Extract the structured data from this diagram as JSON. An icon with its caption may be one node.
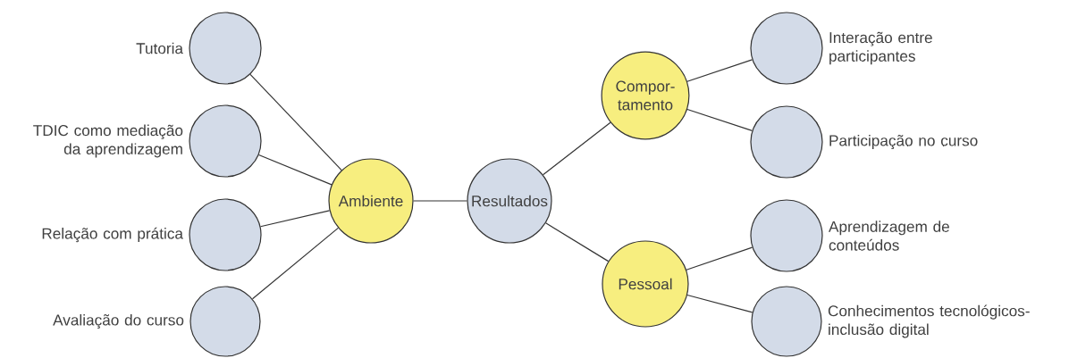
{
  "diagram": {
    "nodes": [
      {
        "text": [],
        "shape": "circle",
        "beside": [
          "Tutoria"
        ]
      },
      {
        "text": [],
        "shape": "circle",
        "beside": [
          "TDIC como mediação da aprendizagem"
        ]
      },
      {
        "text": [],
        "shape": "circle",
        "beside": [
          "Relação com prática"
        ]
      },
      {
        "text": [],
        "shape": "circle",
        "beside": [
          "Avaliação do curso"
        ]
      },
      {
        "text": [
          "Ambiente"
        ]
      },
      {
        "text": [
          "Resultados"
        ]
      },
      {
        "text": [
          "Compor- tamento"
        ]
      },
      {
        "text": [
          "Pessoal"
        ]
      },
      {
        "text": [],
        "shape": "circle",
        "beside": [
          "Interação entre participantes"
        ]
      },
      {
        "text": [],
        "shape": "circle",
        "beside": [
          "Participação no curso"
        ]
      },
      {
        "text": [],
        "shape": "circle",
        "beside": [
          "Aprendizagem de conteúdos"
        ]
      },
      {
        "text": [],
        "shape": "circle",
        "beside": [
          "Conhecimentos tecnológicos- inclusão digital"
        ]
      }
    ],
    "edges": [
      {
        "from": 0,
        "to": 4,
        "arrow": "none"
      },
      {
        "from": 1,
        "to": 4,
        "arrow": "none"
      },
      {
        "from": 2,
        "to": 4,
        "arrow": "none"
      },
      {
        "from": 3,
        "to": 4,
        "arrow": "none"
      },
      {
        "from": 4,
        "to": 5,
        "arrow": "none"
      },
      {
        "from": 5,
        "to": 6,
        "arrow": "none"
      },
      {
        "from": 5,
        "to": 7,
        "arrow": "none"
      },
      {
        "from": 6,
        "to": 8,
        "arrow": "none"
      },
      {
        "from": 6,
        "to": 9,
        "arrow": "none"
      },
      {
        "from": 7,
        "to": 10,
        "arrow": "none"
      },
      {
        "from": 7,
        "to": 11,
        "arrow": "none"
      }
    ]
  }
}
